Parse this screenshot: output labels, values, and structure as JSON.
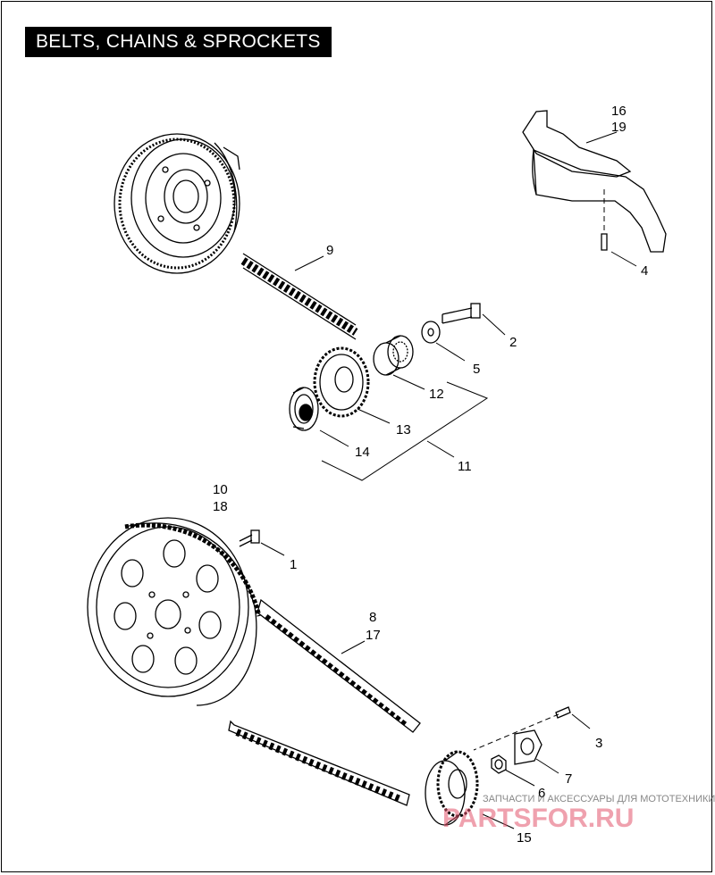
{
  "page": {
    "title": "BELTS, CHAINS & SPROCKETS"
  },
  "callouts": {
    "c1": "1",
    "c2": "2",
    "c3": "3",
    "c4": "4",
    "c5": "5",
    "c6": "6",
    "c7": "7",
    "c8": "8",
    "c9": "9",
    "c10": "10",
    "c11": "11",
    "c12": "12",
    "c13": "13",
    "c14": "14",
    "c15": "15",
    "c16": "16",
    "c17": "17",
    "c18": "18",
    "c19": "19"
  },
  "watermark": {
    "tagline": "ЗАПЧАСТИ И АКСЕССУАРЫ ДЛЯ МОТОТЕХНИКИ",
    "brand": "PARTSFOR.RU"
  },
  "colors": {
    "line": "#000000",
    "watermark": "#e3556d"
  }
}
